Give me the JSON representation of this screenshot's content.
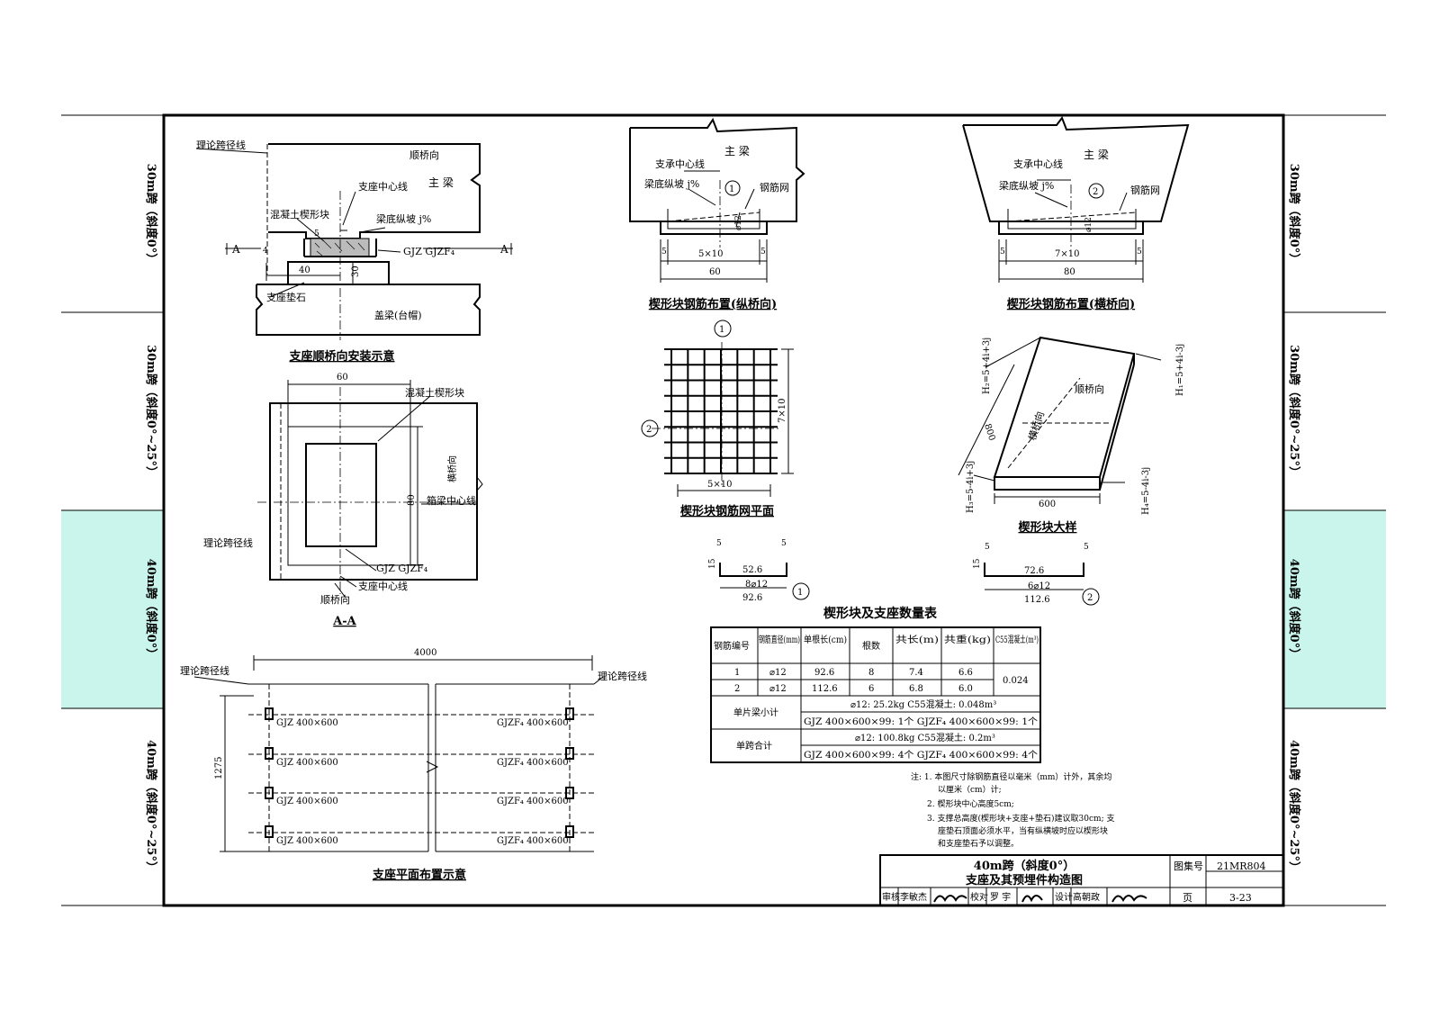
{
  "side_tabs": {
    "left": [
      "30m跨（斜度0°）",
      "30m跨（斜度0°~25°）",
      "40m跨（斜度0°）",
      "40m跨（斜度0°~25°）"
    ],
    "right": [
      "30m跨（斜度0°）",
      "30m跨（斜度0°~25°）",
      "40m跨（斜度0°）",
      "40m跨（斜度0°~25°）"
    ],
    "active_index": 2,
    "active_color": "#c9f5ec"
  },
  "view1": {
    "title": "支座顺桥向安装示意",
    "label_span_line": "理论跨径线",
    "label_direction": "顺桥向",
    "label_main_beam": "主 梁",
    "label_center_line": "支座中心线",
    "label_wedge": "混凝土楔形块",
    "label_slope": "梁底纵坡 j%",
    "label_bearing": "GJZ GJZF₄",
    "label_pad": "支座垫石",
    "label_cap": "盖梁(台帽)",
    "dim_5": "5",
    "dim_4": "4",
    "dim_40": "40",
    "dim_30": "30",
    "section_mark": "A"
  },
  "view_aa": {
    "title": "A-A",
    "dim_60": "60",
    "dim_80": "80",
    "label_wedge": "混凝土楔形块",
    "label_transverse": "横桥向",
    "label_box_center": "箱梁中心线",
    "label_span_line": "理论跨径线",
    "label_bearing": "GJZ GJZF₄",
    "label_center_line": "支座中心线",
    "label_direction": "顺桥向"
  },
  "view_plan": {
    "title": "支座平面布置示意",
    "dim_4000": "4000",
    "dim_1275": "1275",
    "label_span_left": "理论跨径线",
    "label_span_right": "理论跨径线",
    "left_bearings": [
      "GJZ 400×600",
      "GJZ 400×600",
      "GJZ 400×600",
      "GJZ 400×600"
    ],
    "right_bearings": [
      "GJZF₄ 400×600",
      "GJZF₄ 400×600",
      "GJZF₄ 400×600",
      "GJZF₄ 400×600"
    ]
  },
  "view_long": {
    "title": "楔形块钢筋布置(纵桥向)",
    "label_main_beam": "主 梁",
    "label_center": "支承中心线",
    "label_slope": "梁底纵坡 j%",
    "label_mesh": "钢筋网",
    "label_bar": "⌀12",
    "dim_5": "5",
    "dim_mid": "5×10",
    "dim_total": "60",
    "marker": "1"
  },
  "view_trans": {
    "title": "楔形块钢筋布置(横桥向)",
    "label_main_beam": "主 梁",
    "label_center": "支承中心线",
    "label_slope": "梁底纵坡 j%",
    "label_mesh": "钢筋网",
    "label_bar": "⌀12",
    "dim_5": "5",
    "dim_mid": "7×10",
    "dim_total": "80",
    "marker": "2"
  },
  "view_mesh": {
    "title": "楔形块钢筋网平面",
    "marker_top": "1",
    "marker_left": "2",
    "dim_right": "7×10",
    "dim_bottom": "5×10"
  },
  "view_detail": {
    "title": "楔形块大样",
    "h2": "H₂=5+4i+3j",
    "h1": "H₁=5+4i-3j",
    "h3": "H₃=5-4i+3j",
    "h4": "H₄=5-4i-3j",
    "dim_800": "800",
    "dim_600": "600",
    "label_long": "顺桥向",
    "label_trans": "横桥向"
  },
  "bar1": {
    "end": "5",
    "end2": "5",
    "side": "15",
    "mid": "52.6",
    "spec": "8⌀12",
    "total": "92.6",
    "marker": "1"
  },
  "bar2": {
    "end": "5",
    "end2": "5",
    "side": "15",
    "mid": "72.6",
    "spec": "6⌀12",
    "total": "112.6",
    "marker": "2"
  },
  "table": {
    "title": "楔形块及支座数量表",
    "headers": [
      "钢筋编号",
      "钢筋直径(mm)",
      "单根长(cm)",
      "根数",
      "共长(m)",
      "共重(kg)",
      "C55混凝土(m³)"
    ],
    "rows": [
      [
        "1",
        "⌀12",
        "92.6",
        "8",
        "7.4",
        "6.6"
      ],
      [
        "2",
        "⌀12",
        "112.6",
        "6",
        "6.8",
        "6.0"
      ]
    ],
    "concrete": "0.024",
    "subtotal_label": "单片梁小计",
    "subtotal_line1": "⌀12: 25.2kg  C55混凝土: 0.048m³",
    "subtotal_line2": "GJZ 400×600×99: 1个  GJZF₄ 400×600×99: 1个",
    "total_label": "单跨合计",
    "total_line1": "⌀12: 100.8kg  C55混凝土: 0.2m³",
    "total_line2": "GJZ 400×600×99: 4个  GJZF₄ 400×600×99: 4个"
  },
  "notes": [
    "注: 1. 本图尺寸除钢筋直径以毫米（mm）计外，其余均",
    "以厘米（cm）计;",
    "2. 楔形块中心高度5cm;",
    "3. 支撑总高度(楔形块+支座+垫石)建议取30cm; 支",
    "座垫石顶面必须水平，当有纵横坡时应以楔形块",
    "和支座垫石予以调整。"
  ],
  "title_block": {
    "title_line1": "40m跨（斜度0°）",
    "title_line2": "支座及其预埋件构造图",
    "atlas_label": "图集号",
    "atlas_no": "21MR804",
    "page_label": "页",
    "page_no": "3-23",
    "review_label": "审核",
    "review_name": "李敏杰",
    "check_label": "校对",
    "check_name": "罗 宇",
    "design_label": "设计",
    "design_name": "高朝政"
  }
}
